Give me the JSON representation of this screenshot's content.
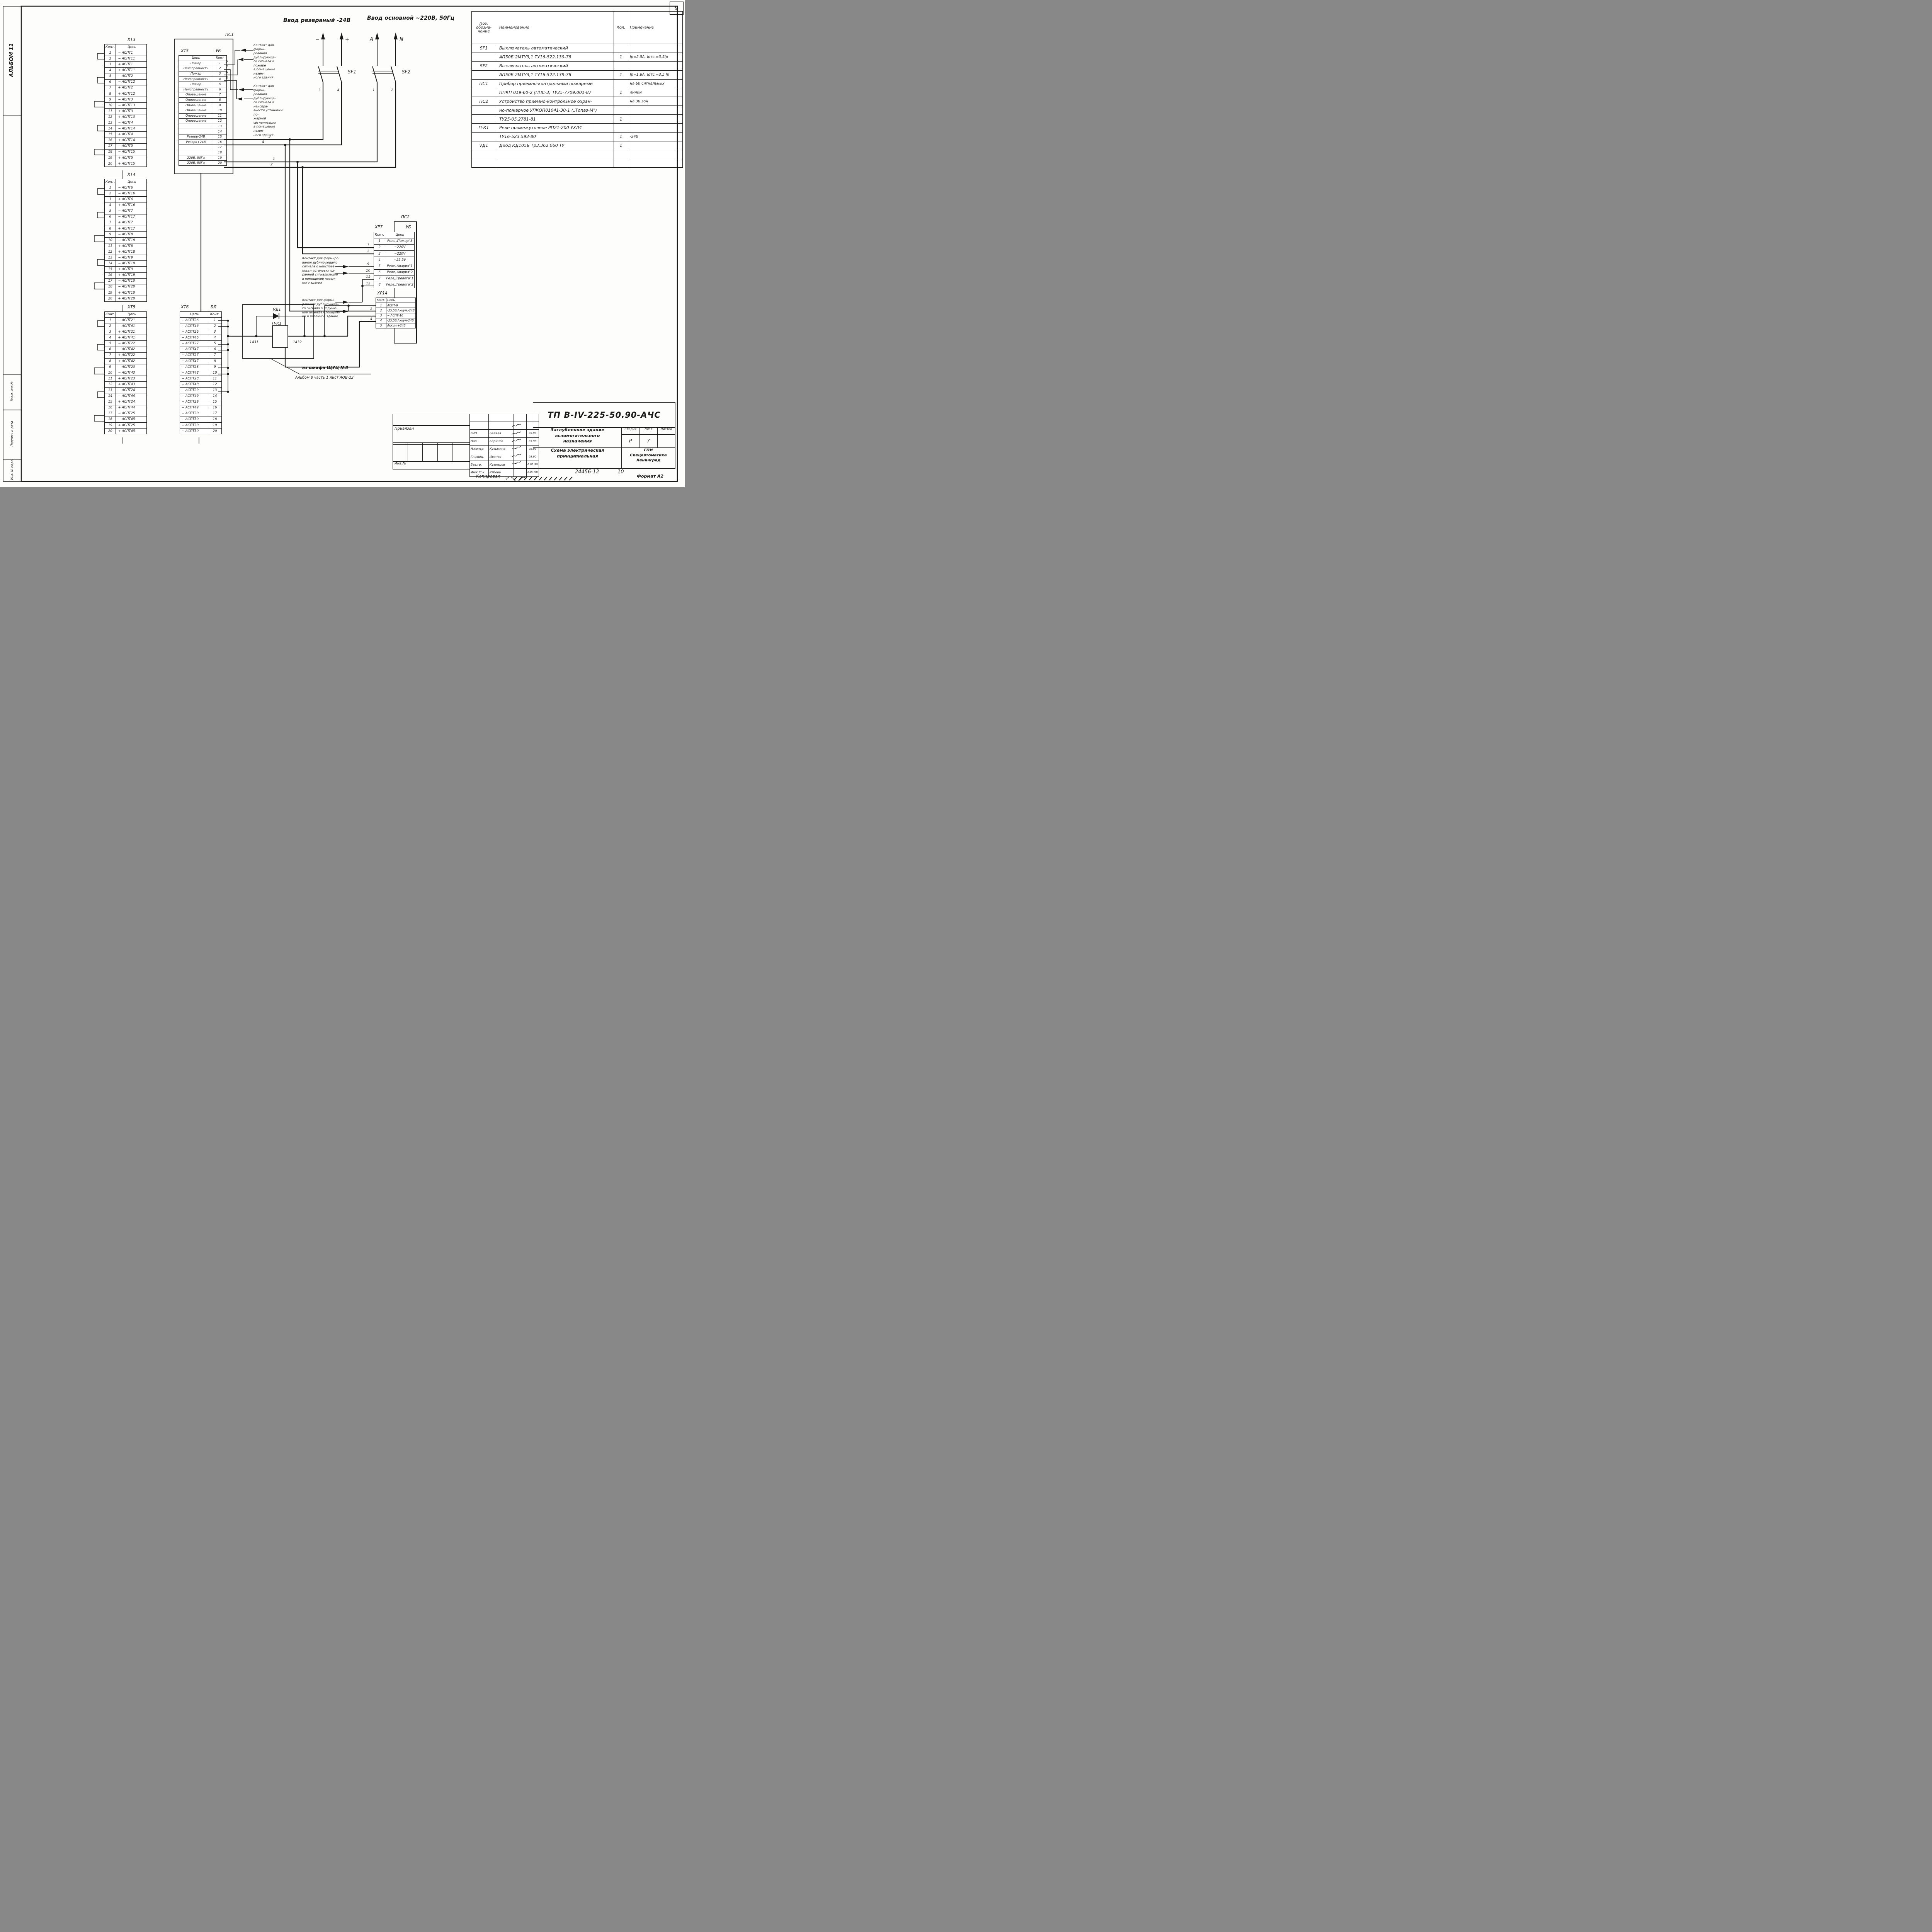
{
  "sheet": {
    "page_number": "9",
    "album_label": "АЛЬБОМ 11",
    "format_label": "Формат А2",
    "copied_label": "Копировал",
    "doc_number": "24456-12",
    "doc_sheet_number": "10"
  },
  "margin_labels": {
    "top": "Взам. инв.№",
    "middle": "Подпись и дата",
    "bottom": "Инв. № подл."
  },
  "power_inputs": {
    "reserve_title": "Ввод резервный -24В",
    "main_title": "Ввод основной ~220В, 50Гц",
    "minus": "−",
    "plus": "+",
    "phase": "А",
    "neutral": "N",
    "sf1": "SF1",
    "sf2": "SF2",
    "sf1_pin3": "3",
    "sf1_pin4": "4",
    "sf2_pin1": "1",
    "sf2_pin2": "2"
  },
  "annotations": {
    "fire": "Контакт для форми-\nрования дублирующе-\nго сигнала о пожаре\nв помещение назем-\nного здания",
    "fault_fire": "Контакт для форми-\nрования дублирующе-\nго сигнала о неиспра-\nвности установки по-\nжарной сигнализации\nв помещение назем-\nного здания",
    "fault_security": "Контакт для формиро-\nвания дублирующего\nсигнала о неисправ-\nности установки ох-\nранной сигнализации\nв помещение назем-\nного здания",
    "loop_break": "Контакт для форми-\nрования дублирующе-\nго сигнала о наруше-\nнии шлейфа блокиров-\nки в наземное здание"
  },
  "callout": {
    "line1": "из шкафа ЩУЦ №8",
    "line2": "Альбом 8 часть 1 лист АОВ-22"
  },
  "relay_unit": {
    "diode_ref": "VД1",
    "relay_ref": "П-К1",
    "terminal_left": "1431",
    "terminal_right": "1432"
  },
  "connectors": {
    "xt3": {
      "label": "ХТ3",
      "col_contact": "Конт.",
      "col_circuit": "Цепь",
      "rows": [
        [
          "1",
          "− АСПТ1"
        ],
        [
          "2",
          "− АСПТ11"
        ],
        [
          "3",
          "+ АСПТ1"
        ],
        [
          "4",
          "+ АСПТ11"
        ],
        [
          "5",
          "− АСПТ2"
        ],
        [
          "6",
          "− АСПТ12"
        ],
        [
          "7",
          "+ АСПТ2"
        ],
        [
          "8",
          "+ АСПТ12"
        ],
        [
          "9",
          "− АСПТ3"
        ],
        [
          "10",
          "− АСПТ13"
        ],
        [
          "11",
          "+ АСПТ3"
        ],
        [
          "12",
          "+ АСПТ13"
        ],
        [
          "13",
          "− АСПТ4"
        ],
        [
          "14",
          "− АСПТ14"
        ],
        [
          "15",
          "+ АСПТ4"
        ],
        [
          "16",
          "+ АСПТ14"
        ],
        [
          "17",
          "− АСПТ5"
        ],
        [
          "18",
          "− АСПТ15"
        ],
        [
          "19",
          "+ АСПТ5"
        ],
        [
          "20",
          "+ АСПТ15"
        ]
      ]
    },
    "xt4": {
      "label": "ХТ4",
      "col_contact": "Конт.",
      "col_circuit": "Цепь",
      "rows": [
        [
          "1",
          "− АСПТ6"
        ],
        [
          "2",
          "− АСПТ16"
        ],
        [
          "3",
          "+ АСПТ6"
        ],
        [
          "4",
          "+ АСПТ16"
        ],
        [
          "5",
          "− АСПТ7"
        ],
        [
          "6",
          "− АСПТ17"
        ],
        [
          "7",
          "+ АСПТ7"
        ],
        [
          "8",
          "+ АСПТ17"
        ],
        [
          "9",
          "− АСПТ8"
        ],
        [
          "10",
          "− АСПТ18"
        ],
        [
          "11",
          "+ АСПТ8"
        ],
        [
          "12",
          "+ АСПТ18"
        ],
        [
          "13",
          "− АСПТ9"
        ],
        [
          "14",
          "− АСПТ19"
        ],
        [
          "15",
          "+ АСПТ9"
        ],
        [
          "16",
          "+ АСПТ19"
        ],
        [
          "17",
          "− АСПТ10"
        ],
        [
          "18",
          "− АСПТ20"
        ],
        [
          "19",
          "+ АСПТ10"
        ],
        [
          "20",
          "+ АСПТ20"
        ]
      ]
    },
    "xt5": {
      "label": "ХТ5",
      "col_contact": "Конт.",
      "col_circuit": "Цепь",
      "rows": [
        [
          "1",
          "− АСПТ21"
        ],
        [
          "2",
          "− АСПТ41"
        ],
        [
          "3",
          "+ АСПТ21"
        ],
        [
          "4",
          "+ АСПТ41"
        ],
        [
          "5",
          "− АСПТ22"
        ],
        [
          "6",
          "− АСПТ42"
        ],
        [
          "7",
          "+ АСПТ22"
        ],
        [
          "8",
          "+ АСПТ42"
        ],
        [
          "9",
          "− АСПТ23"
        ],
        [
          "10",
          "− АСПТ43"
        ],
        [
          "11",
          "+ АСПТ23"
        ],
        [
          "12",
          "+ АСПТ43"
        ],
        [
          "13",
          "− АСПТ24"
        ],
        [
          "14",
          "− АСПТ44"
        ],
        [
          "15",
          "+ АСПТ24"
        ],
        [
          "16",
          "+ АСПТ44"
        ],
        [
          "17",
          "− АСПТ25"
        ],
        [
          "18",
          "− АСПТ45"
        ],
        [
          "19",
          "+ АСПТ25"
        ],
        [
          "20",
          "+ АСПТ45"
        ]
      ]
    },
    "xt6": {
      "label": "ХТ6",
      "unit": "БЛ",
      "col_circuit": "Цепь",
      "col_contact": "Конт.",
      "rows": [
        [
          "− АСПТ26",
          "1"
        ],
        [
          "− АСПТ46",
          "2"
        ],
        [
          "+ АСПТ26",
          "3"
        ],
        [
          "+ АСПТ46",
          "4"
        ],
        [
          "− АСПТ27",
          "5"
        ],
        [
          "− АСПТ47",
          "6"
        ],
        [
          "+ АСПТ27",
          "7"
        ],
        [
          "+ АСПТ47",
          "8"
        ],
        [
          "− АСПТ28",
          "9"
        ],
        [
          "− АСПТ48",
          "10"
        ],
        [
          "+ АСПТ28",
          "11"
        ],
        [
          "+ АСПТ48",
          "12"
        ],
        [
          "− АСПТ29",
          "13"
        ],
        [
          "− АСПТ49",
          "14"
        ],
        [
          "+ АСПТ29",
          "15"
        ],
        [
          "+ АСПТ49",
          "16"
        ],
        [
          "− АСПТ30",
          "17"
        ],
        [
          "− АСПТ50",
          "18"
        ],
        [
          "+ АСПТ30",
          "19"
        ],
        [
          "+ АСПТ50",
          "20"
        ]
      ]
    },
    "ps1": {
      "device": "ПС1",
      "connector": "ХТ5",
      "unit": "УБ",
      "col_circuit": "Цепь",
      "col_contact": "Конт",
      "rows": [
        [
          "Пожар",
          "1"
        ],
        [
          "Неисправность",
          "2"
        ],
        [
          "Пожар",
          "3"
        ],
        [
          "Неисправность",
          "4"
        ],
        [
          "Пожар",
          "5"
        ],
        [
          "Неисправность",
          "6"
        ],
        [
          "Оповещение",
          "7"
        ],
        [
          "Оповещение",
          "8"
        ],
        [
          "Оповещение",
          "9"
        ],
        [
          "Оповещение",
          "10"
        ],
        [
          "Оповещение",
          "11"
        ],
        [
          "Оповещение",
          "12"
        ],
        [
          "",
          "13"
        ],
        [
          "",
          "14"
        ],
        [
          "Резерв-24В",
          "15"
        ],
        [
          "Резерв+24В",
          "16"
        ],
        [
          "",
          "17"
        ],
        [
          "",
          "18"
        ],
        [
          "220В, 50Гц",
          "19"
        ],
        [
          "220В, 50Гц",
          "20"
        ]
      ]
    },
    "ps2": {
      "device": "ПС2",
      "unit": "УБ",
      "xp7": {
        "label": "ХР7",
        "col_contact": "Конт.",
        "col_circuit": "Цепь",
        "rows": [
          [
            "1",
            "Реле„Пожар\"3"
          ],
          [
            "2",
            "~220V"
          ],
          [
            "3",
            "~220V"
          ],
          [
            "4",
            "+25,5V"
          ],
          [
            "5",
            "Реле„Авария\"1"
          ],
          [
            "6",
            "Реле„Авария\"2"
          ],
          [
            "7",
            "Реле„Тревога\"1"
          ],
          [
            "8",
            "Реле„Тревога\"2"
          ]
        ]
      },
      "xp14": {
        "label": "ХР14",
        "col_contact": "Конт.",
        "col_circuit": "Цепь",
        "rows": [
          [
            "1",
            "АСПТ-9"
          ],
          [
            "2",
            "-25,5В,Аккум.-24В"
          ],
          [
            "3",
            "− АСПТ-10"
          ],
          [
            "4",
            "-25,5В,Аккум-24В"
          ],
          [
            "5",
            "Аккум.+24В"
          ]
        ]
      }
    }
  },
  "wire_labels": {
    "ps1_1": "5",
    "ps1_2": "7",
    "ps1_3": "6",
    "ps1_4": "8",
    "ps1_15": "3",
    "ps1_16": "4",
    "ps1_19": "1",
    "ps1_20": "2",
    "xp7_2": "1",
    "xp7_3": "2",
    "xp7_5": "9",
    "xp7_6": "10",
    "xp7_7": "11",
    "xp7_8": "12",
    "xp14_2": "3",
    "xp14_4": "4"
  },
  "components_table": {
    "header": {
      "pos": "Поз.\nобозна-\nчение",
      "name": "Наименование",
      "qty": "Кол.",
      "note": "Примечание"
    },
    "rows": [
      [
        "SF1",
        "Выключатель автоматический",
        "",
        ""
      ],
      [
        "",
        "АП50Б 2МТУ3,1  ТУ16-522.139-78",
        "1",
        "Iр=2,5А, Iотс.=3,5Iр"
      ],
      [
        "SF2",
        "Выключатель автоматический",
        "",
        ""
      ],
      [
        "",
        "АП50Б 2МТУ3,1  ТУ16-522.139-78",
        "1",
        "Iр=1,6А, Iотс.=3,5 Iр"
      ],
      [
        "ПС1",
        "Прибор приемно-контрольный пожарный",
        "",
        "на 60 сигнальных"
      ],
      [
        "",
        "ППКП 019-60-2 (ППС-3) ТУ25-7709.001-87",
        "1",
        "линий"
      ],
      [
        "ПС2",
        "Устройство приемно-контрольное охран-",
        "",
        "на 30 зон"
      ],
      [
        "",
        "но-пожарное УПКОП01041-30-1 („Топаз-М\")",
        "",
        ""
      ],
      [
        "",
        "ТУ25-05.2781-81",
        "1",
        ""
      ],
      [
        "П-К1",
        "Реле промежуточное РП21-200 УХЛ4",
        "",
        ""
      ],
      [
        "",
        "ТУ16-523.593-80",
        "1",
        "-24В"
      ],
      [
        "VД1",
        "Диод КД105Б  Тр3.362.060 ТУ",
        "1",
        ""
      ],
      [
        "",
        "",
        "",
        ""
      ],
      [
        "",
        "",
        "",
        ""
      ]
    ]
  },
  "title_block": {
    "code": "ТП В-IV-225-50.90-АЧС",
    "project": "Заглубленное здание\nвспомогательного\nназначения",
    "doc_title": "Схема электрическая\nпринципиальная",
    "org": "ГПИ\nСпецавтоматика\nЛенинград",
    "stage_label": "Стадия",
    "sheet_label": "Лист",
    "sheets_label": "Листов",
    "stage": "Р",
    "sheet_no": "7",
    "sheets_no": "",
    "attached_label": "Привязан",
    "inv_label": "Инв.№",
    "sign_rows": [
      [
        "ГИП",
        "Беляев",
        "",
        "03.90"
      ],
      [
        "Нач.",
        "Баринов",
        "",
        "03.90"
      ],
      [
        "Н.контр.",
        "Кузьмина",
        "",
        "03.90"
      ],
      [
        "Гл.спец.",
        "Иванов",
        "",
        "03.90"
      ],
      [
        "Зав.гр.",
        "Кузнецов",
        "",
        "6.03.90"
      ],
      [
        "Инж.III к.",
        "Рябова",
        "",
        "6.03.90"
      ]
    ]
  }
}
